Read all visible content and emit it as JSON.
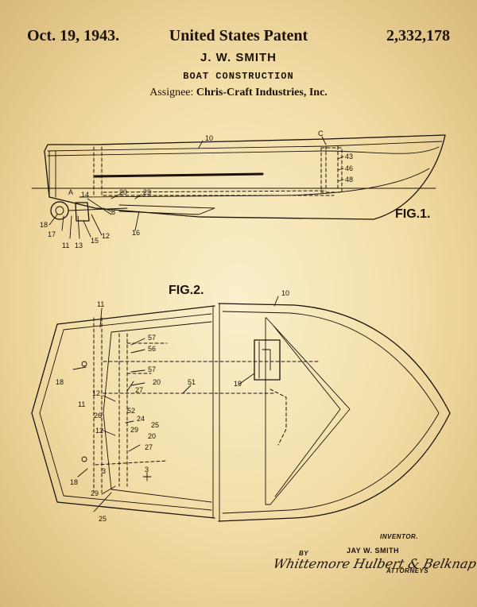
{
  "header": {
    "date": "Oct. 19, 1943.",
    "title": "United States Patent",
    "patent_number": "2,332,178",
    "inventor_name": "J. W. SMITH",
    "invention": "BOAT CONSTRUCTION",
    "assignee_label": "Assignee:",
    "assignee_value": "Chris-Craft Industries, Inc."
  },
  "figure1": {
    "label": "FIG.1.",
    "refs": [
      "10",
      "C",
      "43",
      "46",
      "48",
      "A",
      "14",
      "20",
      "23",
      "8",
      "18",
      "17",
      "11",
      "13",
      "15",
      "12",
      "16"
    ]
  },
  "figure2": {
    "label": "FIG.2.",
    "refs": [
      "10",
      "11",
      "57",
      "56",
      "57",
      "20",
      "51",
      "18",
      "12",
      "27",
      "19",
      "11",
      "26",
      "52",
      "24",
      "12",
      "29",
      "25",
      "20",
      "27",
      "18",
      "3",
      "3",
      "29",
      "25"
    ]
  },
  "footer": {
    "inventor_label": "INVENTOR.",
    "inventor_full_name": "JAY W. SMITH",
    "by_label": "BY",
    "signature": "Whittemore Hulbert & Belknap",
    "attorneys_label": "ATTORNEYS"
  }
}
